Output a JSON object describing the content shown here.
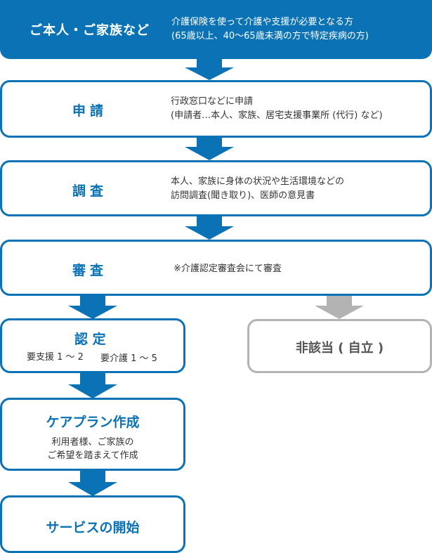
{
  "header": {
    "title": "ご本人・ご家族など",
    "desc_line1": "介護保険を使って介護や支援が必要となる方",
    "desc_line2": "(65歳以上、40〜65歳未満の方で特定疾病の方)"
  },
  "steps": [
    {
      "title": "申請",
      "desc_line1": "行政窓口などに申請",
      "desc_line2": "(申請者…本人、家族、居宅支援事業所 (代行) など)"
    },
    {
      "title": "調査",
      "desc_line1": "本人、家族に身体の状況や生活環境などの",
      "desc_line2": "訪問調査(聞き取り)、医師の意見書"
    },
    {
      "title": "審査",
      "desc_line1": "※介護認定審査会にて審査"
    }
  ],
  "nintei": {
    "title": "認 定",
    "support": "要支援 1 〜 2",
    "care": "要介護 1 〜 5"
  },
  "hi_gaitou": {
    "label": "非該当 ( 自立 )"
  },
  "care_plan": {
    "title": "ケアプラン作成",
    "line1": "利用者様、ご家族の",
    "line2": "ご希望を踏まえて作成"
  },
  "service_start": {
    "title": "サービスの開始"
  },
  "colors": {
    "primary": "#0a72b5",
    "gray": "#b3b3b3",
    "text": "#333333"
  }
}
